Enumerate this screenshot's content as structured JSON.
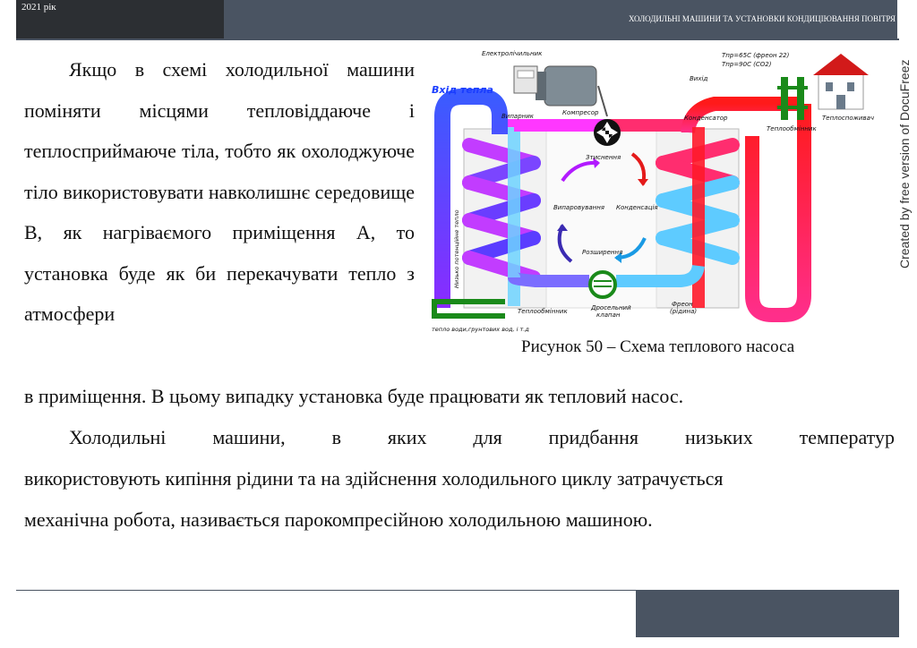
{
  "header": {
    "year": "2021 рік",
    "title": "ХОЛОДИЛЬНІ МАШИНИ ТА УСТАНОВКИ КОНДИЦІЮВАННЯ ПОВІТРЯ"
  },
  "watermark": "Created by free version of DocuFreez",
  "body": {
    "para1_float": "Якщо в схемі холодильної машини поміняти місцями тепловіддаюче і теплосприймаюче тіла, тобто як охолоджуюче тіло використовувати навколишнє середовище В, як нагріваємого приміщення А, то установка буде як би перекачувати тепло з атмосфери",
    "para1_tail": "в приміщення. В цьому випадку установка  буде працювати як тепловий насос.",
    "para2_line1": "Холодильні машини, в яких для придбання низьких температур",
    "para2_line2": "використовують кипіння рідини та на здійснення холодильного циклу  затрачується",
    "para2_line3": "механічна робота, називається парокомпресійною холодильною машиною."
  },
  "figure": {
    "caption": "Рисунок 50  – Схема теплового насоса",
    "labels": {
      "heat_input": "Вхід тепла",
      "electric_meter": "Електролічильник",
      "evaporator": "Випарник",
      "compressor": "Компресор",
      "output": "Вихід",
      "tpr": "Тпр=65С (фреон 22)",
      "tpr2": "Тпр=90С (СО2)",
      "condenser": "Конденсатор",
      "heat_exchanger_right": "Теплообмінник",
      "heat_consumer": "Теплоспоживач",
      "compression": "Зтиснення",
      "evaporation": "Випаровування",
      "condensation": "Конденсація",
      "expansion": "Розширення",
      "low_potential_heat": "Низько потенційне тепло",
      "heat_exchanger_left": "Теплообмінник",
      "throttle_valve_1": "Дросельний",
      "throttle_valve_2": "клапан",
      "freon_1": "Фреон",
      "freon_2": "(рідина)",
      "heat_source": "тепло води,грунтових вод, і т.д"
    }
  }
}
